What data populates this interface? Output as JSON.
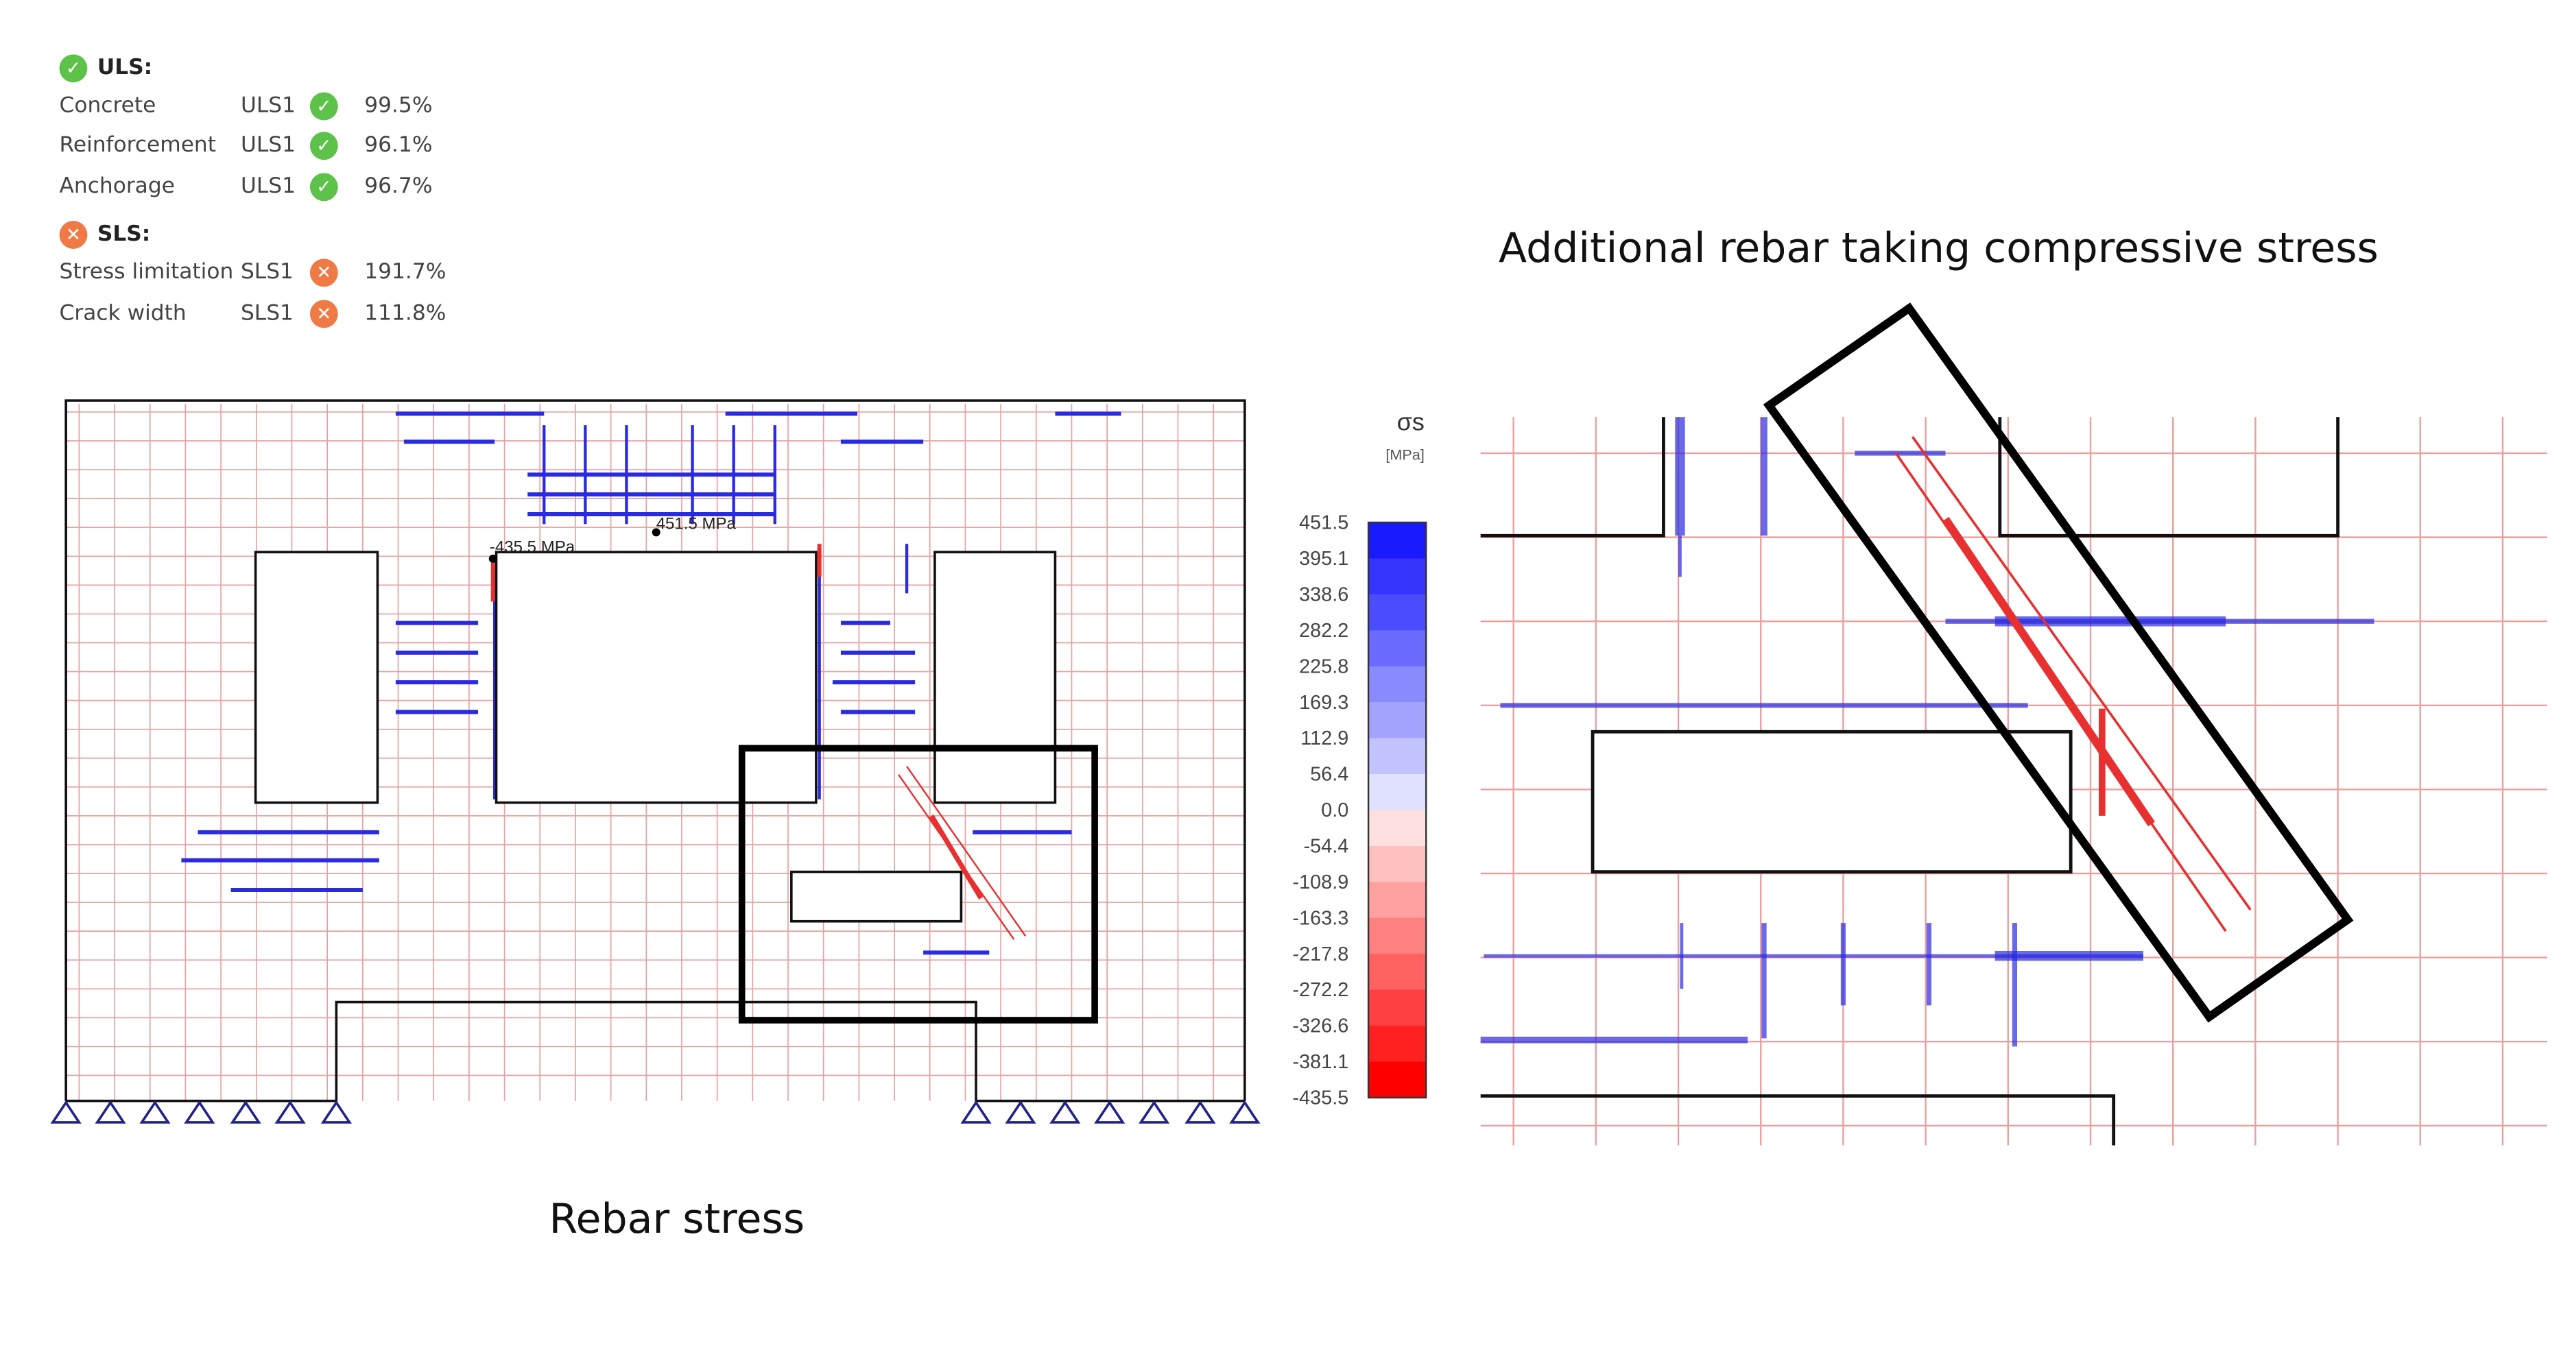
{
  "checks": {
    "uls": {
      "title": "ULS:",
      "status": "pass",
      "rows": [
        {
          "name": "Concrete",
          "combo": "ULS1",
          "status": "pass",
          "value": "99.5%"
        },
        {
          "name": "Reinforcement",
          "combo": "ULS1",
          "status": "pass",
          "value": "96.1%"
        },
        {
          "name": "Anchorage",
          "combo": "ULS1",
          "status": "pass",
          "value": "96.7%"
        }
      ]
    },
    "sls": {
      "title": "SLS:",
      "status": "fail",
      "rows": [
        {
          "name": "Stress limitation",
          "combo": "SLS1",
          "status": "fail",
          "value": "191.7%"
        },
        {
          "name": "Crack width",
          "combo": "SLS1",
          "status": "fail",
          "value": "111.8%"
        }
      ]
    }
  },
  "annotations": {
    "max": "451.5 MPa",
    "min": "-435.5 MPa"
  },
  "legend": {
    "title": "σs",
    "unit": "[MPa]",
    "values": [
      "451.5",
      "395.1",
      "338.6",
      "282.2",
      "225.8",
      "169.3",
      "112.9",
      "56.4",
      "0.0",
      "-54.4",
      "-108.9",
      "-163.3",
      "-217.8",
      "-272.2",
      "-326.6",
      "-381.1",
      "-435.5"
    ],
    "colors": [
      "#1a1aff",
      "#3535ff",
      "#4c4cff",
      "#6a6aff",
      "#8a8aff",
      "#a4a4ff",
      "#c2c2ff",
      "#e0e0ff",
      "#ffe0e0",
      "#ffc0c0",
      "#ffa0a0",
      "#ff8080",
      "#ff6060",
      "#ff4040",
      "#ff2020",
      "#ff0000"
    ]
  },
  "captions": {
    "left": "Rebar stress",
    "right": "Additional rebar taking compressive stress"
  },
  "colors": {
    "tension": "#2a2ae0",
    "compression": "#e83030",
    "grid": "#e9a0a0",
    "pass": "#5cc24a",
    "fail": "#f07a45"
  }
}
